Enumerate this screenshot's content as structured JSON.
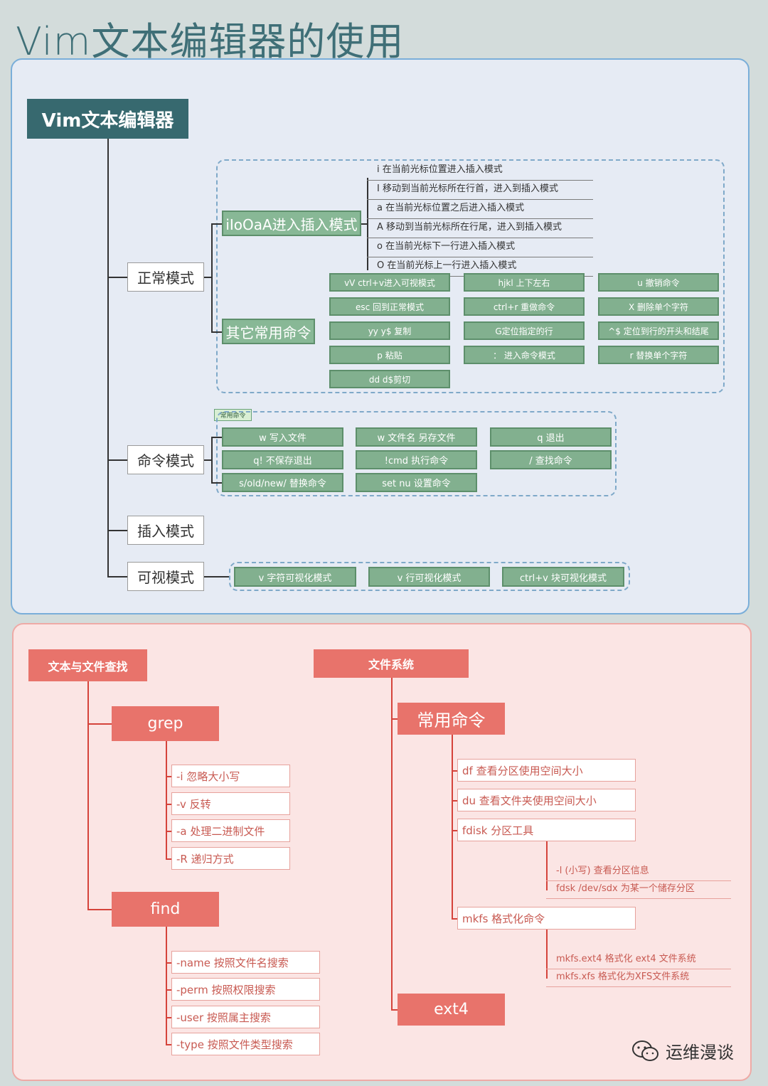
{
  "title": "Vim文本编辑器的使用",
  "vim": {
    "root": "Vim文本编辑器",
    "modes": {
      "normal": "正常模式",
      "command": "命令模式",
      "insert": "插入模式",
      "visual": "可视模式"
    },
    "insert_group": {
      "label": "iIoOaA进入插入模式",
      "items": [
        "i 在当前光标位置进入插入模式",
        "I 移动到当前光标所在行首，进入到插入模式",
        "a 在当前光标位置之后进入插入模式",
        "A 移动到当前光标所在行尾，进入到插入模式",
        "o 在当前光标下一行进入插入模式",
        "O 在当前光标上一行进入插入模式"
      ]
    },
    "other_group": {
      "label": "其它常用命令",
      "grid": [
        "vV ctrl+v进入可视模式",
        "hjkl 上下左右",
        "u 撤销命令",
        "esc 回到正常模式",
        "ctrl+r 重做命令",
        "X 删除单个字符",
        "yy y$ 复制",
        "G定位指定的行",
        "^$ 定位到行的开头和结尾",
        "p 粘贴",
        "： 进入命令模式",
        "r 替换单个字符",
        "dd d$剪切"
      ]
    },
    "command_group": {
      "tag": "常用命令",
      "grid": [
        "w 写入文件",
        "w 文件名 另存文件",
        "q 退出",
        "q! 不保存退出",
        "!cmd 执行命令",
        "/ 查找命令",
        "s/old/new/ 替换命令",
        "set nu 设置命令"
      ]
    },
    "visual_group": [
      "v 字符可视化模式",
      "v 行可视化模式",
      "ctrl+v 块可视化模式"
    ]
  },
  "search": {
    "title": "文本与文件查找",
    "grep": {
      "label": "grep",
      "options": [
        "-i 忽略大小写",
        "-v 反转",
        "-a 处理二进制文件",
        "-R 递归方式"
      ]
    },
    "find": {
      "label": "find",
      "options": [
        "-name 按照文件名搜索",
        "-perm 按照权限搜索",
        "-user 按照属主搜索",
        "-type 按照文件类型搜索"
      ]
    }
  },
  "filesystem": {
    "title": "文件系统",
    "common": {
      "label": "常用命令",
      "df": "df 查看分区使用空间大小",
      "du": "du 查看文件夹使用空间大小",
      "fdisk": "fdisk 分区工具",
      "fdisk_sub": [
        "-l (小写) 查看分区信息",
        "fdsk /dev/sdx 为某一个储存分区"
      ],
      "mkfs": "mkfs 格式化命令",
      "mkfs_sub": [
        "mkfs.ext4 格式化 ext4 文件系统",
        "mkfs.xfs 格式化为XFS文件系统"
      ]
    },
    "ext4": "ext4"
  },
  "watermark": "运维漫谈"
}
